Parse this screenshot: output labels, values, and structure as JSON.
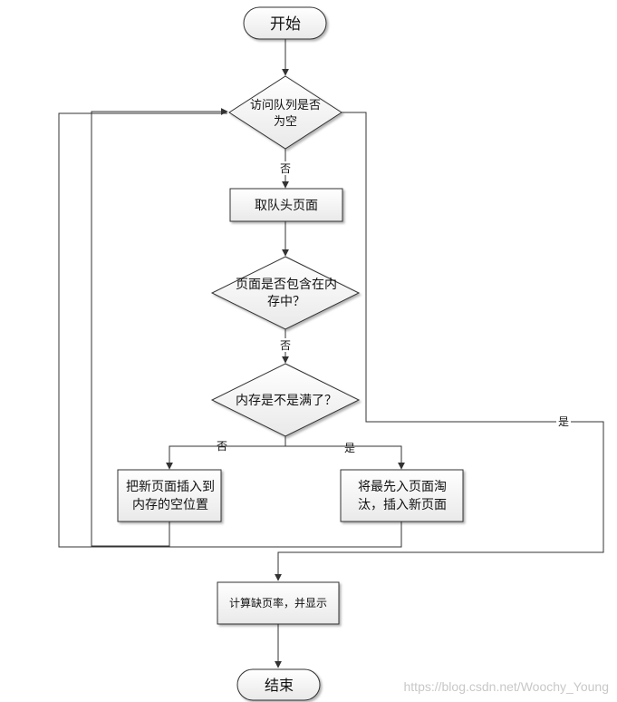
{
  "flowchart": {
    "start": "开始",
    "check_queue": [
      "访问队列是否",
      "为空"
    ],
    "take_head": "取队头页面",
    "check_in_memory": [
      "页面是否包含在内",
      "存中？"
    ],
    "check_full": "内存是不是满了？",
    "insert_empty": [
      "把新页面插入到",
      "内存的空位置"
    ],
    "replace_fifo": [
      "将最先入页面淘",
      "汰，插入新页面"
    ],
    "compute": "计算缺页率，并显示",
    "end": "结束"
  },
  "edge_labels": {
    "no_1": "否",
    "no_2": "否",
    "no_3": "否",
    "yes_full": "是",
    "yes_empty": "是"
  },
  "watermark": "https://blog.csdn.net/Woochy_Young"
}
